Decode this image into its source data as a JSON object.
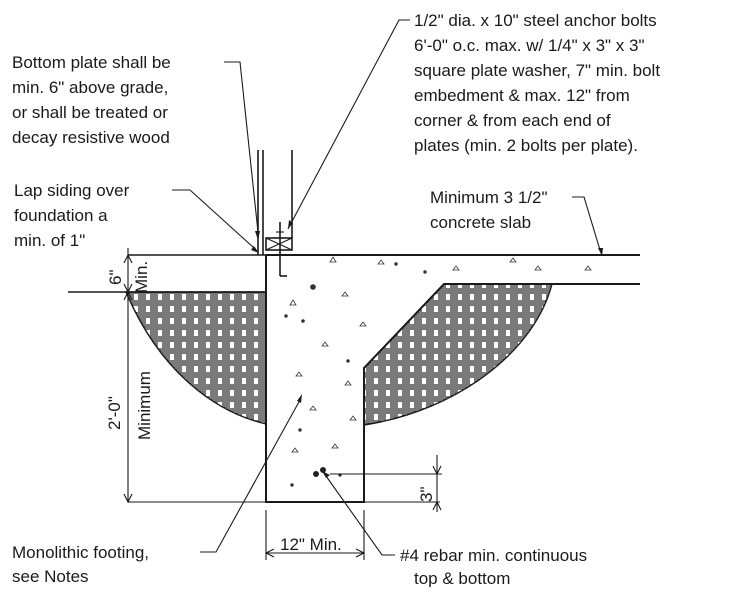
{
  "notes": {
    "anchor_bolts": [
      "1/2\" dia. x 10\" steel anchor bolts",
      "6'-0\" o.c. max. w/ 1/4\" x 3\" x 3\"",
      "square plate washer, 7\" min. bolt",
      "embedment & max. 12\" from",
      "corner & from each end of",
      "plates (min. 2 bolts per plate)."
    ],
    "bottom_plate": [
      "Bottom plate shall be",
      "min. 6\" above grade,",
      "or shall be treated or",
      "decay resistive wood"
    ],
    "lap_siding": [
      "Lap siding over",
      "foundation a",
      "min. of 1\""
    ],
    "slab": [
      "Minimum 3 1/2\"",
      "concrete slab"
    ],
    "footing": [
      "Monolithic footing,",
      "see Notes"
    ],
    "rebar": [
      "#4 rebar min. continuous",
      "top & bottom"
    ]
  },
  "dimensions": {
    "six_inch": "6\"",
    "six_min": "Min.",
    "two_foot": "2'-0\"",
    "two_foot_min": "Minimum",
    "three_inch": "3\"",
    "twelve_min": "12\" Min."
  }
}
